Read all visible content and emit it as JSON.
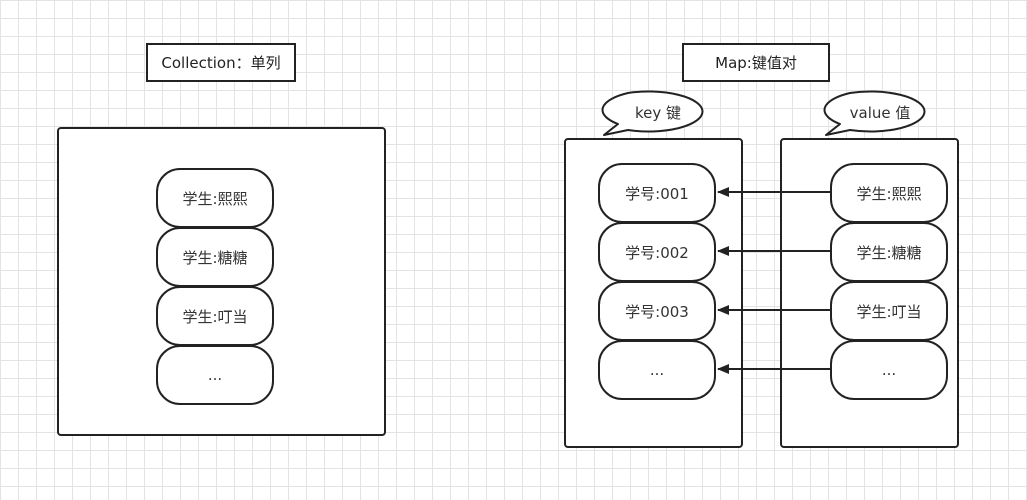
{
  "collection": {
    "title": "Collection：单列",
    "items": [
      "学生:熙熙",
      "学生:糖糖",
      "学生:叮当",
      "..."
    ]
  },
  "map": {
    "title": "Map:键值对",
    "key_label": "key 键",
    "value_label": "value 值",
    "keys": [
      "学号:001",
      "学号:002",
      "学号:003",
      "..."
    ],
    "values": [
      "学生:熙熙",
      "学生:糖糖",
      "学生:叮当",
      "..."
    ]
  }
}
